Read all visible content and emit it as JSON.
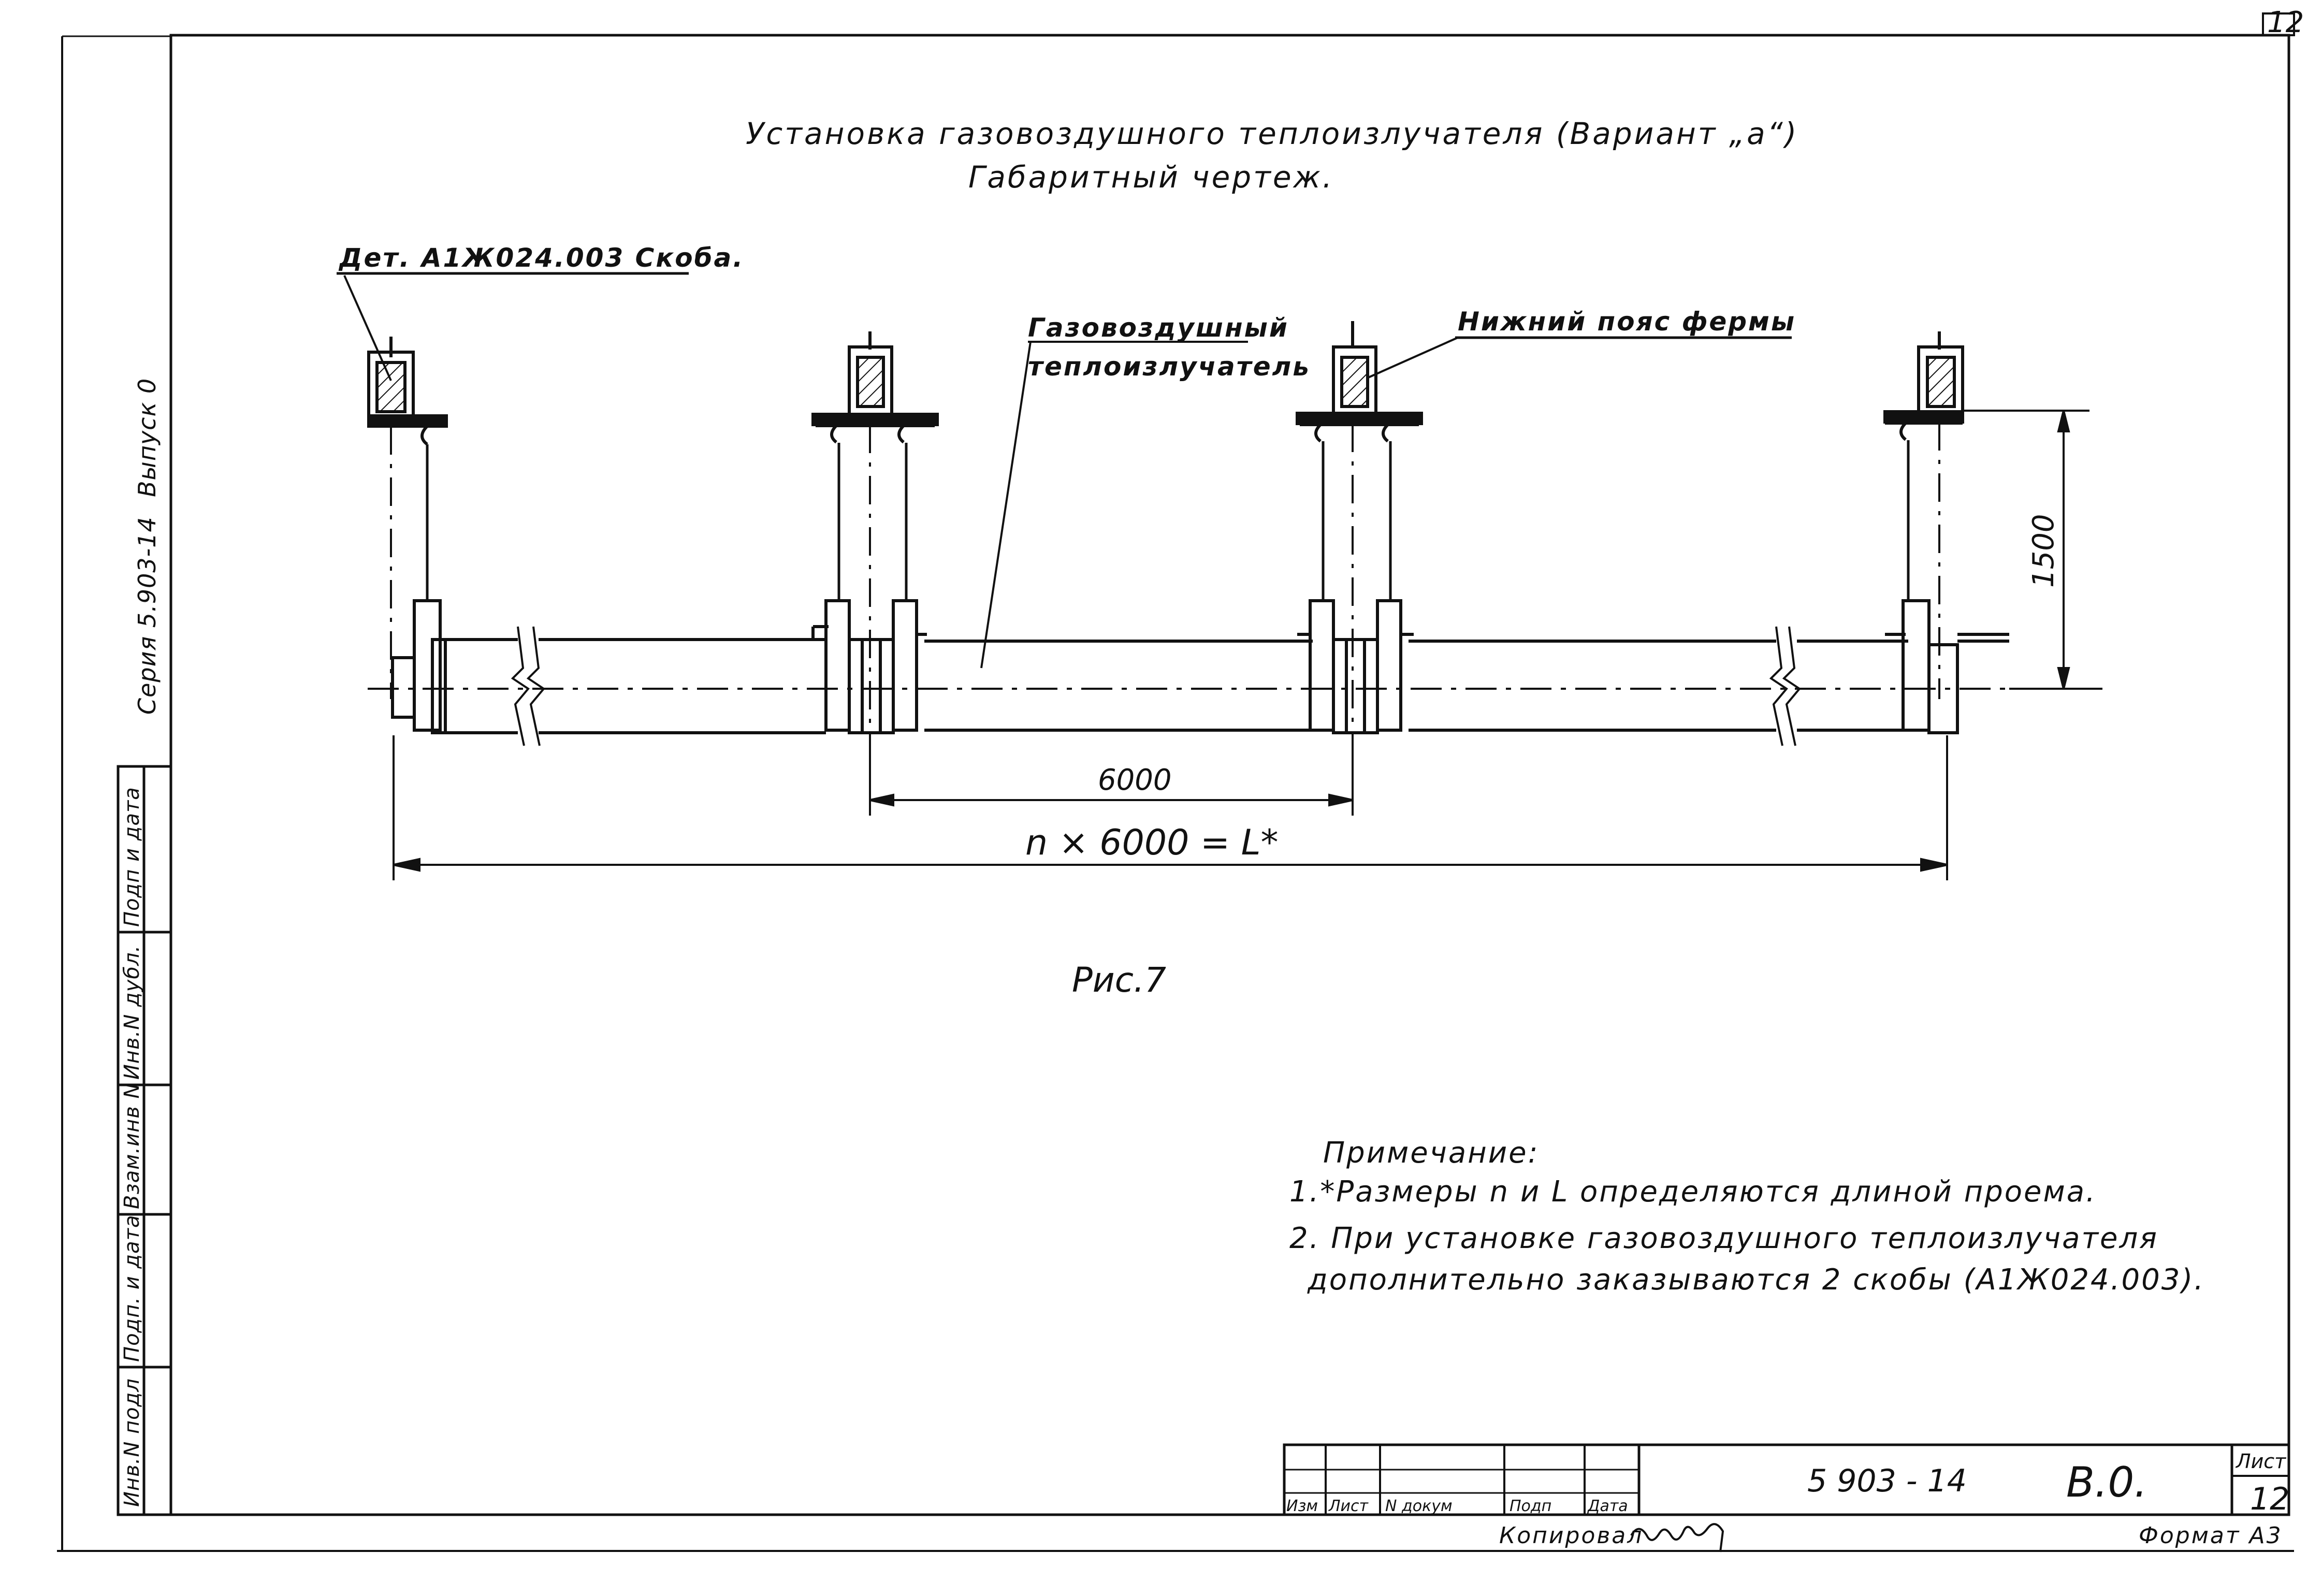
{
  "sheet_number_corner": "12",
  "title": {
    "line1": "Установка газовоздушного теплоизлучателя (Вариант „а“)",
    "line2": "Габаритный чертеж."
  },
  "callouts": {
    "bracket": "Дет. А1Ж024.003 Скоба.",
    "heater_line1": "Газовоздушный",
    "heater_line2": "теплоизлучатель",
    "truss": "Нижний пояс фермы"
  },
  "dimensions": {
    "height": "1500",
    "span": "6000",
    "total": "n × 6000 = L*"
  },
  "figure_caption": "Рис.7",
  "notes": {
    "heading": "Примечание:",
    "item1": "1.*Размеры n и L определяются длиной проема.",
    "item2_line1": "2. При установке газовоздушного теплоизлучателя",
    "item2_line2": "дополнительно заказываются 2 скобы (А1Ж024.003)."
  },
  "side_stamp": {
    "series": "Серия 5.903-14",
    "issue": "Выпуск 0",
    "fields": [
      "Инв.N подл",
      "Подп. и дата",
      "Взам.инв N",
      "Инв.N дубл.",
      "Подп и дата"
    ]
  },
  "title_block": {
    "columns": [
      "Изм",
      "Лист",
      "N докум",
      "Подп",
      "Дата"
    ],
    "document_code": "5 903 - 14",
    "stage": "В.0.",
    "sheet_label": "Лист",
    "sheet_number": "12",
    "copied_by": "Копировал",
    "format": "Формат А3"
  }
}
